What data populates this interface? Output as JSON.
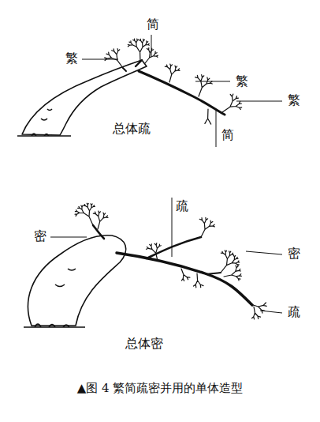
{
  "diagram": {
    "caption": "▲图 4 繁简疏密并用的单体造型",
    "labels": [
      "简",
      "繁",
      "繁",
      "繁",
      "简",
      "总体疏",
      "疏",
      "密",
      "密",
      "疏",
      "总体密"
    ]
  }
}
